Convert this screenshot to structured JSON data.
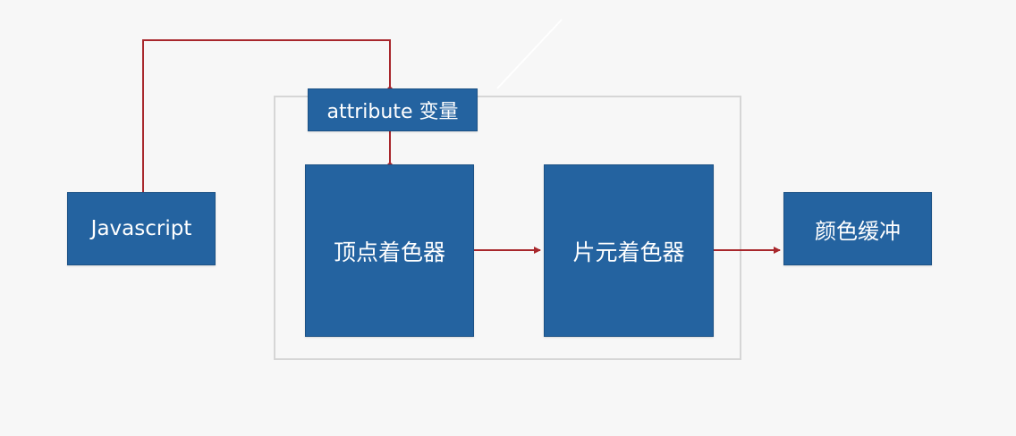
{
  "diagram": {
    "nodes": {
      "javascript": "Javascript",
      "attribute": "attribute 变量",
      "vertex_shader": "顶点着色器",
      "fragment_shader": "片元着色器",
      "color_buffer": "颜色缓冲"
    },
    "edges": [
      {
        "from": "javascript",
        "to": "attribute"
      },
      {
        "from": "attribute",
        "to": "vertex_shader"
      },
      {
        "from": "vertex_shader",
        "to": "fragment_shader"
      },
      {
        "from": "fragment_shader",
        "to": "color_buffer"
      }
    ],
    "colors": {
      "box_fill": "#2463a0",
      "box_text": "#ffffff",
      "connector": "#a8272c",
      "frame": "#d6d6d6",
      "background": "#f7f7f7"
    }
  }
}
